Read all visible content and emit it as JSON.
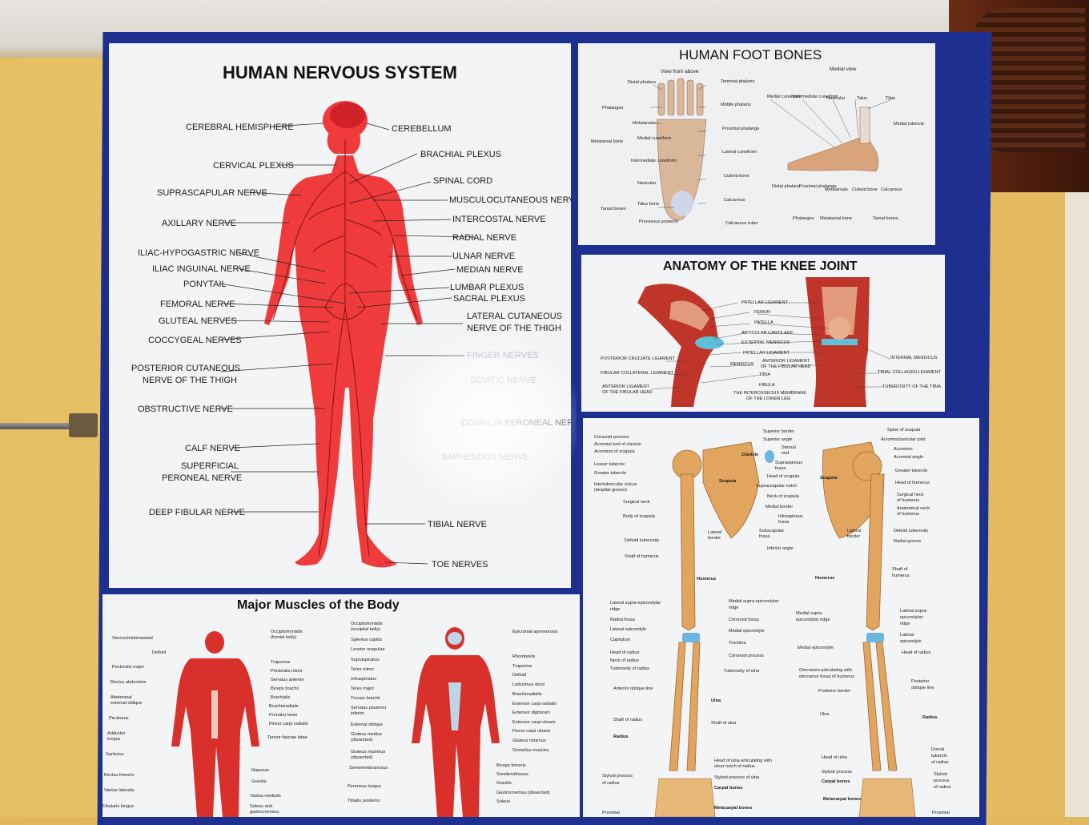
{
  "nervous": {
    "title": "HUMAN NERVOUS SYSTEM",
    "labels_left": [
      "CEREBRAL HEMISPHERE",
      "CERVICAL PLEXUS",
      "SUPRASCAPULAR NERVE",
      "AXILLARY NERVE",
      "ILIAC-HYPOGASTRIC NERVE",
      "ILIAC INGUINAL NERVE",
      "PONYTAIL",
      "FEMORAL NERVE",
      "GLUTEAL NERVES",
      "COCCYGEAL NERVES",
      "POSTERIOR CUTANEOUS",
      "NERVE OF THE THIGH",
      "OBSTRUCTIVE NERVE",
      "CALF NERVE",
      "SUPERFICIAL",
      "PERONEAL NERVE",
      "DEEP FIBULAR NERVE"
    ],
    "labels_right": [
      "CEREBELLUM",
      "BRACHIAL PLEXUS",
      "SPINAL CORD",
      "MUSCULOCUTANEOUS NERVE",
      "INTERCOSTAL NERVE",
      "RADIAL NERVE",
      "ULNAR NERVE",
      "MEDIAN NERVE",
      "LUMBAR PLEXUS",
      "SACRAL PLEXUS",
      "LATERAL CUTANEOUS",
      "NERVE OF THE THIGH",
      "FINGER NERVES",
      "SCIATIC NERVE",
      "COMMON PERONEAL NERVE",
      "SAPHENOUS NERVE",
      "TIBIAL NERVE",
      "TOE NERVES"
    ],
    "colors": {
      "body": "#ef3b3b",
      "body_dark": "#c81f25"
    }
  },
  "foot": {
    "title": "HUMAN FOOT BONES",
    "view_above": "View from above",
    "view_medial": "Medial view",
    "labels": [
      "Distal phalanx",
      "Terminal phalanx",
      "Phalanges",
      "Middle phalanx",
      "Metatarsals",
      "Proximal phalange",
      "Metatarsal bone",
      "Medial cuneiform",
      "Lateral cuneiform",
      "Intermediate cuneiform",
      "Cuboid bone",
      "Navicular",
      "Calcaneus",
      "Tarsal bones",
      "Talus bone",
      "Processus posterior",
      "Calcaneus tuber",
      "Medial cuneiform",
      "Intermediate cuneiform",
      "Navicular",
      "Talus",
      "Tibia",
      "Medial tubercle",
      "Distal phalanx",
      "Proximal phalange",
      "Metatarsals",
      "Cuboid bone",
      "Calcaneus",
      "Phalanges",
      "Metatarsal bone",
      "Tarsal bones"
    ]
  },
  "knee": {
    "title": "ANATOMY OF THE KNEE JOINT",
    "labels_center": [
      "PATELLAR LIGAMENT",
      "FEMUR",
      "PATELLA",
      "ARTICULAR CARTILAGE",
      "EXTERNAL MENISCUS",
      "PATELLAR LIGAMENT",
      "MENISCUS",
      "ANTERIOR LIGAMENT",
      "OF THE FIBULAR HEAD",
      "TIBIA",
      "FIBULA",
      "THE INTEROSSEOUS MEMBRANE",
      "OF THE LOWER LEG"
    ],
    "labels_left": [
      "POSTERIOR CRUCIATE LIGAMENT",
      "FIBULAR COLLATERAL LIGAMENT",
      "ANTERIOR LIGAMENT",
      "OF THE FIBULAR HEAD"
    ],
    "labels_right": [
      "INTERNAL MENISCUS",
      "TIBIAL COLLAGEN LIGAMENT",
      "TUBEROSITY OF THE TIBIA"
    ]
  },
  "arm": {
    "labels_left": [
      "Coracoid process",
      "Acromial end of clavicle",
      "Acromion of scapula",
      "Lesser tubercle",
      "Greater tubercle",
      "Intertubercular sulcus",
      "(bicipital groove)",
      "Surgical neck",
      "Body of scapula",
      "Deltoid tuberosity",
      "Shaft of humerus",
      "Humerus",
      "Lateral supra-epicondylar",
      "ridge",
      "Radial fossa",
      "Lateral epicondyle",
      "Capitulum",
      "Head of radius",
      "Neck of radius",
      "Tuberosity of radius",
      "Anterior oblique line",
      "Shaft of radius",
      "Radius",
      "Styloid process",
      "of radius",
      "Proximal"
    ],
    "labels_mid": [
      "Superior border",
      "Superior angle",
      "Sternal",
      "end",
      "Clavicle",
      "Supraspinous",
      "fossa",
      "Head of scapula",
      "Scapula",
      "Suprascapular notch",
      "Neck of scapula",
      "Medial border",
      "Infraspinous",
      "fossa",
      "Lateral",
      "border",
      "Subscapular",
      "fossa",
      "Inferior angle",
      "Medial supra-epicondylar",
      "ridge",
      "Coronoid fossa",
      "Medial epicondyle",
      "Trochlea",
      "Coronoid process",
      "Tuberosity of ulna",
      "Ulna",
      "Shaft of ulna",
      "Head of ulna articulating with",
      "ulnar notch of radius",
      "Styloid process of ulna",
      "Carpal bones",
      "Metacarpal bones"
    ],
    "labels_right": [
      "Spine of scapula",
      "Acromioclavicular joint",
      "Acromion",
      "Acromial angle",
      "Greater tubercle",
      "Head of humerus",
      "Surgical neck",
      "of humerus",
      "Anatomical neck",
      "of humerus",
      "Deltoid tuberosity",
      "Radial groove",
      "Shaft of",
      "humerus",
      "Humerus",
      "Scapula",
      "Lateral",
      "border",
      "Medial supra-",
      "epicondylar ridge",
      "Lateral supra-",
      "epicondylar",
      "ridge",
      "Lateral",
      "epicondyle",
      "Head of radius",
      "Medial epicondyle",
      "Olecranon articulating with",
      "olecranon fossa of humerus",
      "Posterior border",
      "Posterior",
      "oblique line",
      "Ulna",
      "Radius",
      "Head of ulna",
      "Styloid process",
      "Carpal bones",
      "Metacarpal bones",
      "Dorsal",
      "tubercle",
      "of radius",
      "Styloid",
      "process",
      "of radius",
      "Proximal"
    ]
  },
  "muscles": {
    "title": "Major Muscles of the Body",
    "front_left": [
      "Sternocleidomastoid",
      "Deltoid",
      "Pectoralis major",
      "Rectus abdominis",
      "Abdominal",
      "external oblique",
      "Pectineus",
      "Adductor",
      "longus",
      "Sartorius",
      "Rectus femoris",
      "Vastus lateralis",
      "Fibularis longus"
    ],
    "front_right": [
      "Occipitofrontalis",
      "(frontal belly)",
      "Trapezius",
      "Pectoralis minor",
      "Serratus anterior",
      "Biceps brachii",
      "Brachialis",
      "Brachioradialis",
      "Pronator teres",
      "Flexor carpi radialis",
      "Tensor fasciae latae",
      "Iliopsoas",
      "Gracilis",
      "Vastus medialis",
      "Soleus and",
      "gastrocnemius"
    ],
    "back_left": [
      "Occipitofrontalis",
      "(occipital belly)",
      "Splenius capitis",
      "Levator scapulae",
      "Supraspinatus",
      "Teres minor",
      "Infraspinatus",
      "Teres major",
      "Triceps brachii",
      "Serratus posterior",
      "inferior",
      "External oblique",
      "Gluteus medius",
      "(dissected)",
      "Gluteus maximus",
      "(dissected)",
      "Semimembranosus",
      "Peroneus longus",
      "Tibialis posterior"
    ],
    "back_right": [
      "Epicranial aponeurosis",
      "Rhomboids",
      "Trapezius",
      "Deltoid",
      "Latissimus dorsi",
      "Brachioradialis",
      "Extensor carpi radialis",
      "Extensor digitorum",
      "Extensor carpi ulnaris",
      "Flexor carpi ulnaris",
      "Gluteus minimus",
      "Gemellus muscles",
      "Biceps femoris",
      "Semitendinosus",
      "Gracilis",
      "Gastrocnemius (dissected)",
      "Soleus"
    ]
  }
}
